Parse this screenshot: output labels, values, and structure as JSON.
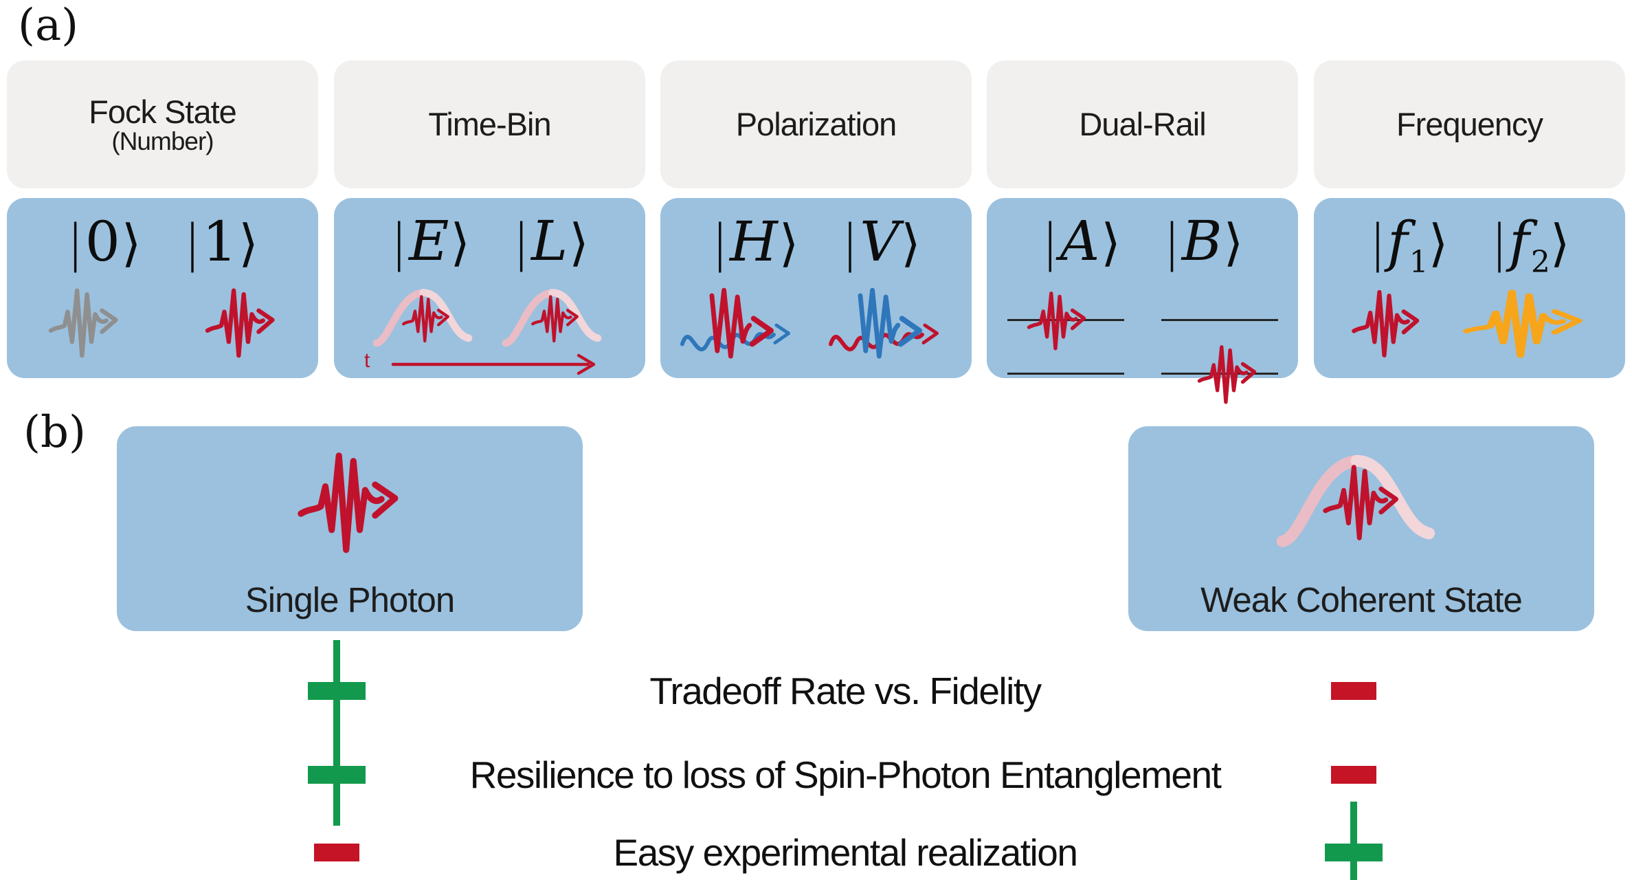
{
  "figure": {
    "panel_a_label": "(a)",
    "panel_b_label": "(b)"
  },
  "panel_a": {
    "columns": [
      {
        "title": "Fock State",
        "subtitle": "(Number)",
        "kets": [
          {
            "open": "|",
            "symbol": "0",
            "subscript": "",
            "close": "⟩"
          },
          {
            "open": "|",
            "symbol": "1",
            "subscript": "",
            "close": "⟩"
          }
        ],
        "icons": {
          "left": "photon-wavepacket-gray",
          "right": "photon-wavepacket-red"
        }
      },
      {
        "title": "Time-Bin",
        "kets": [
          {
            "open": "|",
            "symbol": "E",
            "subscript": "",
            "close": "⟩"
          },
          {
            "open": "|",
            "symbol": "L",
            "subscript": "",
            "close": "⟩"
          }
        ],
        "axis_label": "t",
        "icons": {
          "left": "gaussian-envelope-photon",
          "right": "gaussian-envelope-photon",
          "axis": "time-axis-arrow"
        }
      },
      {
        "title": "Polarization",
        "kets": [
          {
            "open": "|",
            "symbol": "H",
            "subscript": "",
            "close": "⟩"
          },
          {
            "open": "|",
            "symbol": "V",
            "subscript": "",
            "close": "⟩"
          }
        ],
        "icons": {
          "left": "crossed-waves-red-front",
          "right": "crossed-waves-blue-front"
        }
      },
      {
        "title": "Dual-Rail",
        "kets": [
          {
            "open": "|",
            "symbol": "A",
            "subscript": "",
            "close": "⟩"
          },
          {
            "open": "|",
            "symbol": "B",
            "subscript": "",
            "close": "⟩"
          }
        ],
        "icons": {
          "left": "photon-on-top-rail",
          "right": "photon-on-bottom-rail"
        }
      },
      {
        "title": "Frequency",
        "kets": [
          {
            "open": "|",
            "symbol": "f",
            "subscript": "1",
            "close": "⟩"
          },
          {
            "open": "|",
            "symbol": "f",
            "subscript": "2",
            "close": "⟩"
          }
        ],
        "icons": {
          "left": "photon-wavepacket-red",
          "right": "photon-wavepacket-orange-wide"
        }
      }
    ]
  },
  "panel_b": {
    "single_photon": {
      "label": "Single Photon",
      "icon": "photon-wavepacket-red"
    },
    "weak_coherent": {
      "label": "Weak Coherent State",
      "icon": "gaussian-envelope-photon"
    },
    "comparisons": [
      {
        "text": "Tradeoff Rate vs. Fidelity",
        "single_photon": "plus",
        "weak_coherent": "minus"
      },
      {
        "text": "Resilience to loss of Spin-Photon Entanglement",
        "single_photon": "plus",
        "weak_coherent": "minus"
      },
      {
        "text": "Easy experimental realization",
        "single_photon": "minus",
        "weak_coherent": "plus"
      }
    ]
  },
  "colors": {
    "box_blue": "#9bc1de",
    "header_gray": "#f1f0ee",
    "photon_red": "#c0122c",
    "photon_gray": "#8f8f8f",
    "photon_blue": "#2f76bb",
    "photon_orange": "#f7a51b",
    "plus_green": "#13994e",
    "minus_red": "#c41425",
    "envelope_pink": "#e9bcc6",
    "text_black": "#1a1a1a"
  }
}
